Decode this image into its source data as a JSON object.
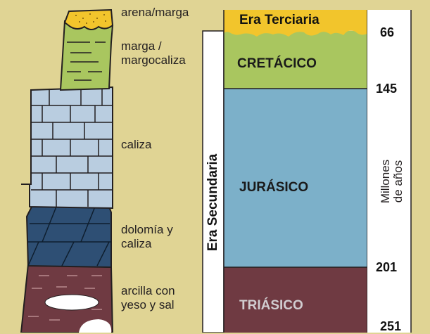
{
  "rock_labels": {
    "arena_marga": "arena/marga",
    "marga": "marga /\nmargocaliza",
    "caliza": "caliza",
    "dolomia": "dolomía y\ncaliza",
    "arcilla": "arcilla con\nyeso y sal"
  },
  "eras": {
    "terciaria": "Era Terciaria",
    "secundaria": "Era Secundaria"
  },
  "periods": {
    "cretacico": "CRETÁCICO",
    "jurasico": "JURÁSICO",
    "triasico": "TRIÁSICO"
  },
  "ages": [
    "66",
    "145",
    "201",
    "251"
  ],
  "axis_label": "Millones\nde años",
  "colors": {
    "background": "#e0d494",
    "sand": "#f2c52c",
    "marl": "#a9c65f",
    "limestone": "#b9cde0",
    "dolomite": "#2e4f74",
    "clay": "#6f3a42",
    "jurassic": "#7cb0c9",
    "triassic": "#6f3a42"
  }
}
